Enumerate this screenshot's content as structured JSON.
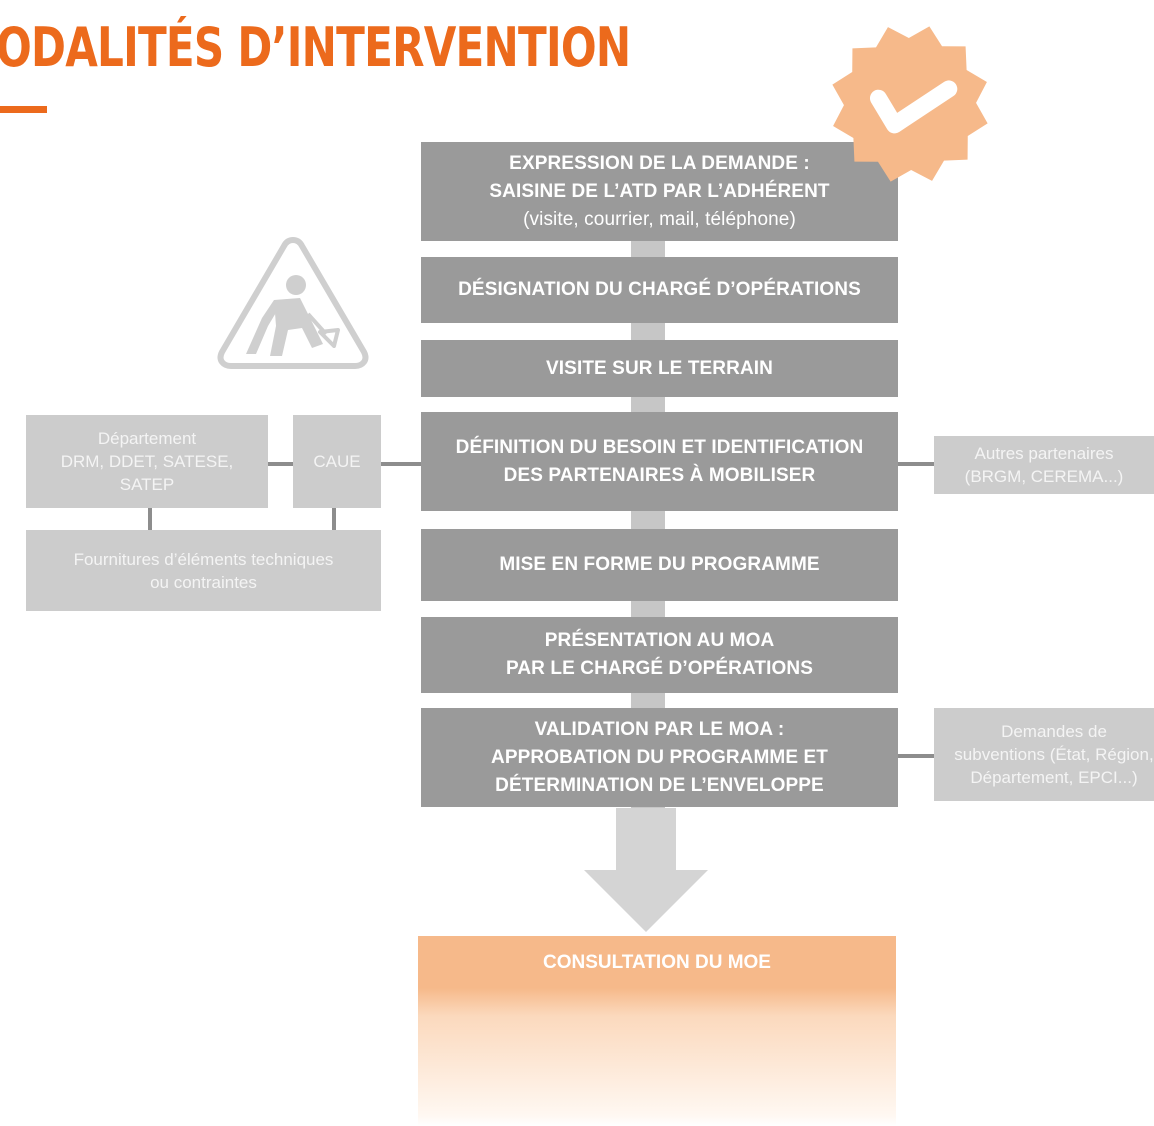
{
  "header": {
    "title": "ODALITÉS D’INTERVENTION"
  },
  "steps": [
    {
      "bold": "EXPRESSION DE LA DEMANDE :",
      "bold2": "SAISINE DE L’ATD PAR L’ADHÉRENT",
      "sub": "(visite, courrier, mail, téléphone)"
    },
    {
      "bold": "DÉSIGNATION DU CHARGÉ D’OPÉRATIONS"
    },
    {
      "bold": "VISITE SUR LE TERRAIN"
    },
    {
      "bold": "DÉFINITION DU BESOIN ET IDENTIFICATION",
      "bold2": "DES PARTENAIRES À MOBILISER"
    },
    {
      "bold": "MISE EN FORME DU PROGRAMME"
    },
    {
      "bold": "PRÉSENTATION AU MOA",
      "bold2": "PAR LE CHARGÉ D’OPÉRATIONS"
    },
    {
      "bold": "VALIDATION PAR LE MOA :",
      "bold2": "APPROBATION DU PROGRAMME ET",
      "bold3": "DÉTERMINATION DE L’ENVELOPPE"
    }
  ],
  "final_step": "CONSULTATION DU MOE",
  "partners": {
    "departement": [
      "Département",
      "DRM, DDET, SATESE,",
      "SATEP"
    ],
    "caue": "CAUE",
    "fournitures": [
      "Fournitures d’éléments techniques",
      "ou contraintes"
    ],
    "autres": [
      "Autres partenaires",
      "(BRGM, CEREMA...)"
    ],
    "subventions": [
      "Demandes de",
      "subventions (État, Région,",
      "Département, EPCI...)"
    ]
  },
  "icons": {
    "badge": "check-badge-icon",
    "roadwork": "roadwork-sign-icon"
  },
  "colors": {
    "accent": "#ec6a1c",
    "badge": "#f6b98a",
    "step": "#9a9a9a",
    "side": "#cccccc"
  }
}
